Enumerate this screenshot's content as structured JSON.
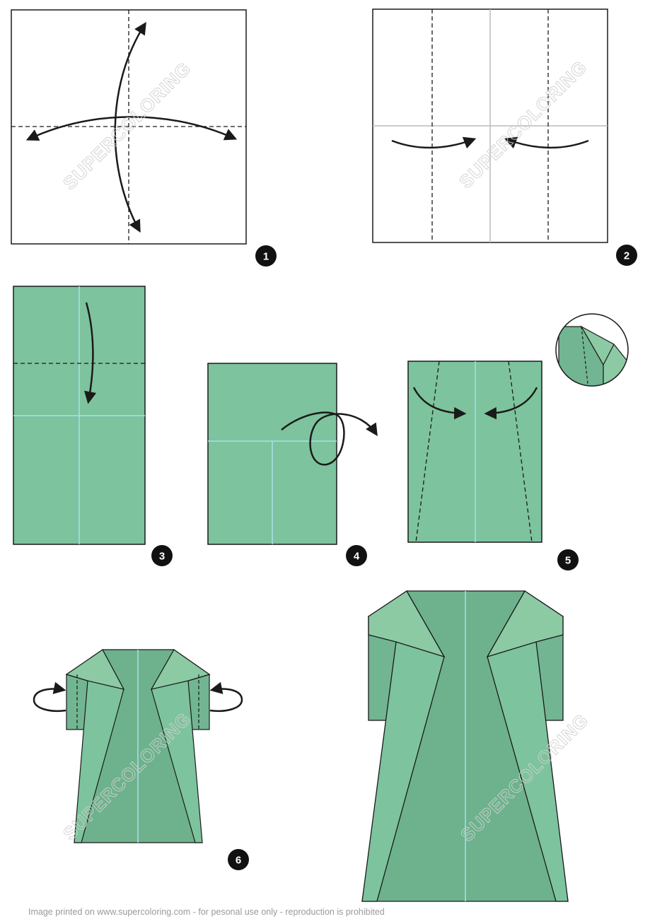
{
  "steps": [
    {
      "number": "1"
    },
    {
      "number": "2"
    },
    {
      "number": "3"
    },
    {
      "number": "4"
    },
    {
      "number": "5"
    },
    {
      "number": "6"
    }
  ],
  "watermark": "SUPERCOLORING",
  "footer": "Image printed on www.supercoloring.com - for pesonal use only - reproduction is prohibited",
  "colors": {
    "paper_green": "#7dc39d",
    "flap_light": "#8ccaa4",
    "coat_dark": "#6db28d",
    "sleeve": "#72b592",
    "crease_blue": "#a8e0ef",
    "crease_grey": "#bbbbbb",
    "line": "#1a1a1a",
    "badge": "#111111"
  }
}
